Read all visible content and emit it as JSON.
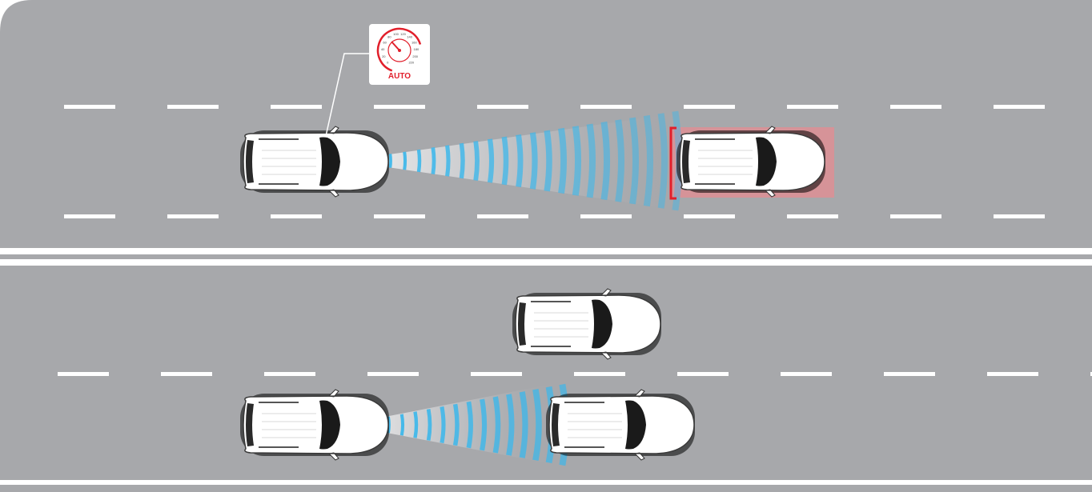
{
  "badge": {
    "label": "AUTO",
    "icon": "speedometer-icon",
    "gauge_ticks": [
      "0",
      "20",
      "40",
      "60",
      "80",
      "100",
      "120",
      "140",
      "160",
      "180",
      "200",
      "220"
    ]
  },
  "colors": {
    "road": "#a7a8ab",
    "lane_marking": "#ffffff",
    "radar_wave": "#3db7ea",
    "radar_beam": "#c9cacc",
    "detection_zone": "#e58c92",
    "detection_bracket": "#e11f2b",
    "badge_accent": "#e11f2b",
    "car_body": "#ffffff",
    "car_glass": "#1c1c1c"
  },
  "scenes": [
    {
      "name": "top-lane",
      "description_visible": false,
      "target_highlighted": true
    },
    {
      "name": "bottom-lane",
      "target_highlighted": false
    }
  ]
}
